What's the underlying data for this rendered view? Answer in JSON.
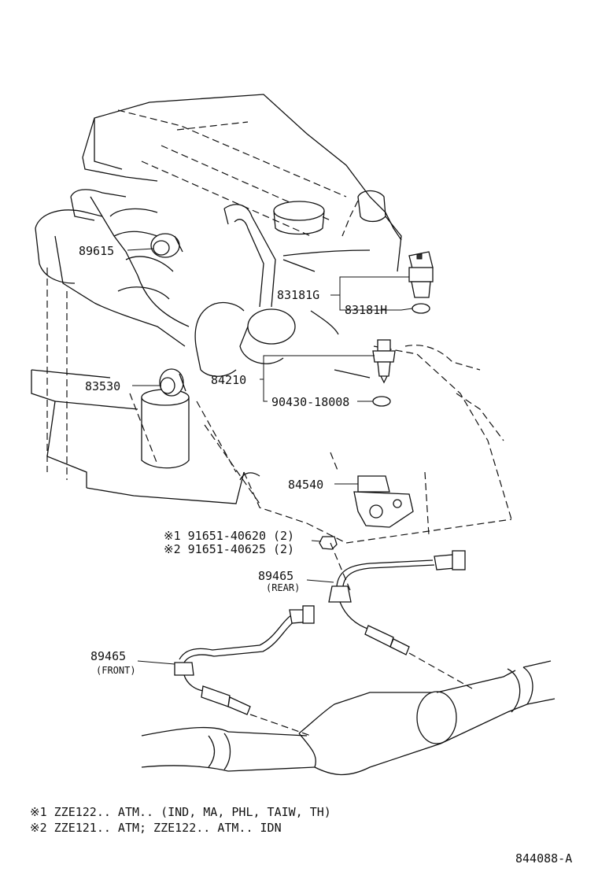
{
  "parts": {
    "p89615": {
      "number": "89615"
    },
    "p83181G": {
      "number": "83181G"
    },
    "p83181H": {
      "number": "83181H"
    },
    "p83530": {
      "number": "83530"
    },
    "p84210": {
      "number": "84210"
    },
    "p90430": {
      "number": "90430-18008"
    },
    "p84540": {
      "number": "84540"
    },
    "p91651a": {
      "number": "※1 91651-40620 (2)"
    },
    "p91651b": {
      "number": "※2 91651-40625 (2)"
    },
    "p89465_rear": {
      "number": "89465",
      "note": "(REAR)"
    },
    "p89465_front": {
      "number": "89465",
      "note": "(FRONT)"
    }
  },
  "footnotes": [
    "※1 ZZE122.. ATM.. (IND, MA, PHL, TAIW, TH)",
    "※2 ZZE121.. ATM; ZZE122.. ATM.. IDN"
  ],
  "figure_code": "844088-A"
}
